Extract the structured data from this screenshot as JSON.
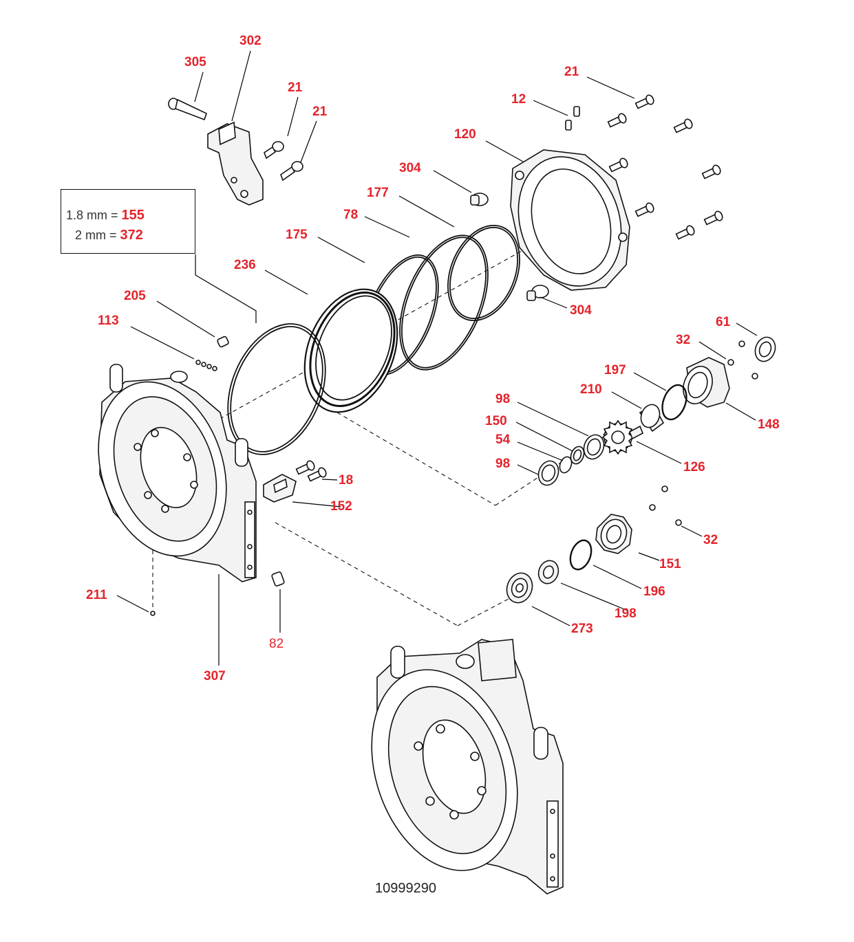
{
  "note": {
    "rows": [
      {
        "thickness": "1.8 mm =",
        "part": "155"
      },
      {
        "thickness": "2 mm =",
        "part": "372"
      }
    ]
  },
  "callouts": {
    "c305": "305",
    "c302": "302",
    "c21a": "21",
    "c21b": "21",
    "c21c": "21",
    "c12": "12",
    "c120": "120",
    "c304a": "304",
    "c304b": "304",
    "c177": "177",
    "c78": "78",
    "c175": "175",
    "c236": "236",
    "c205": "205",
    "c113": "113",
    "c61": "61",
    "c32a": "32",
    "c197": "197",
    "c210": "210",
    "c148": "148",
    "c98a": "98",
    "c150": "150",
    "c54": "54",
    "c98b": "98",
    "c126": "126",
    "c18": "18",
    "c152": "152",
    "c32b": "32",
    "c151": "151",
    "c196": "196",
    "c198": "198",
    "c273": "273",
    "c211": "211",
    "c82": "82",
    "c307": "307"
  },
  "drawing_number": "10999290",
  "colors": {
    "callout": "#e4232b",
    "line": "#111111"
  }
}
